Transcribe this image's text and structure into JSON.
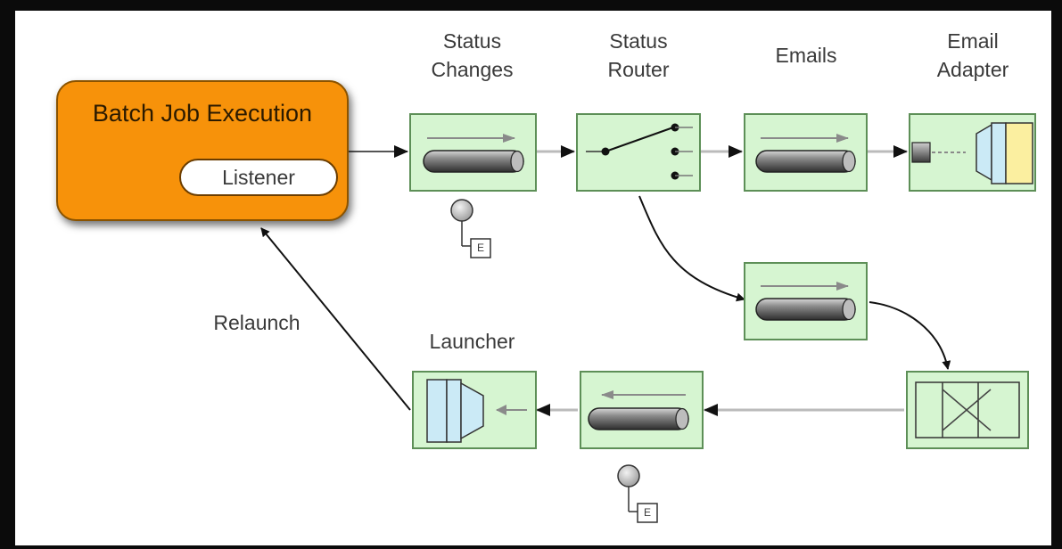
{
  "batch_job": {
    "title": "Batch Job Execution",
    "listener_label": "Listener"
  },
  "labels": {
    "status_changes": [
      "Status",
      "Changes"
    ],
    "status_router": [
      "Status",
      "Router"
    ],
    "emails": [
      "Emails"
    ],
    "email_adapter": [
      "Email",
      "Adapter"
    ],
    "launcher": [
      "Launcher"
    ],
    "relaunch": "Relaunch",
    "wiretap_letter": "E"
  },
  "colors": {
    "component_fill": "#d6f5d1",
    "component_border": "#5d8f57",
    "batch_fill": "#f7920a",
    "adapter_yellow": "#fbefa0",
    "adapter_blue": "#cbeaf6"
  }
}
